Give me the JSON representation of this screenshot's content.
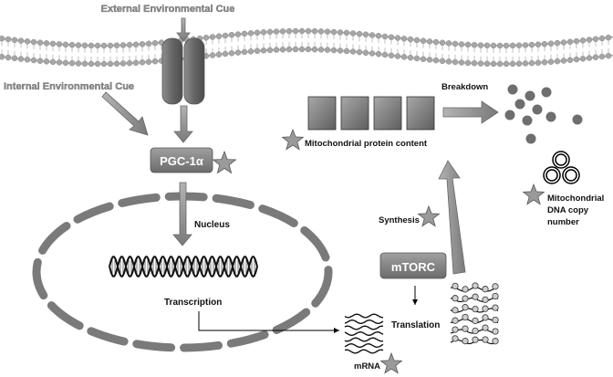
{
  "labels": {
    "external_cue": "External Environmental Cue",
    "internal_cue": "Internal Environmental Cue",
    "pgc1a": "PGC-1α",
    "nucleus": "Nucleus",
    "transcription": "Transcription",
    "mrna": "mRNA",
    "translation": "Translation",
    "mtorc": "mTORC",
    "synthesis": "Synthesis",
    "mito_protein": "Mitochondrial protein content",
    "breakdown": "Breakdown",
    "mtdna_line1": "Mitochondrial",
    "mtdna_line2": "DNA copy",
    "mtdna_line3": "number"
  },
  "colors": {
    "membrane": "#a6a6a6",
    "receptor": "#707070",
    "box_fill": "#7f7f7f",
    "arrow_fill": "#8c8c8c",
    "star_fill": "#9a9a9a",
    "nucleus_dash": "#7a7a7a",
    "particle": "#6e6e6e"
  },
  "icons": [
    "star-icon",
    "dna-helix-icon",
    "mrna-strands-icon",
    "protein-chain-icon",
    "mtdna-ring-icon"
  ]
}
